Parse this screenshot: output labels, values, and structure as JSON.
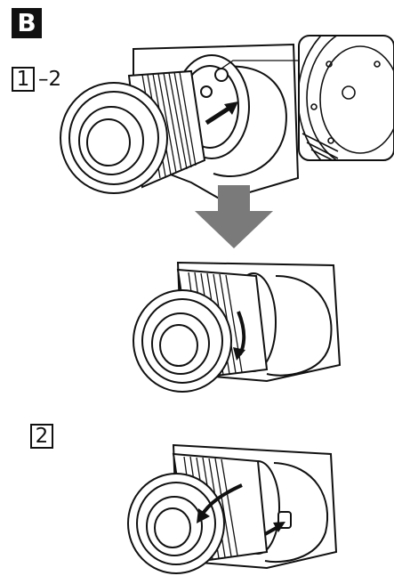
{
  "labels": {
    "section": "B",
    "step1_number": "1",
    "step1_suffix": "–2",
    "step2_number": "2"
  },
  "colors": {
    "ink": "#111111",
    "arrow_gray": "#7a7a7a",
    "background": "#ffffff"
  },
  "icons": {
    "direction": "down-arrow-icon",
    "rotate": "rotate-arrow-icon",
    "mount": "mount-detail-icon"
  }
}
